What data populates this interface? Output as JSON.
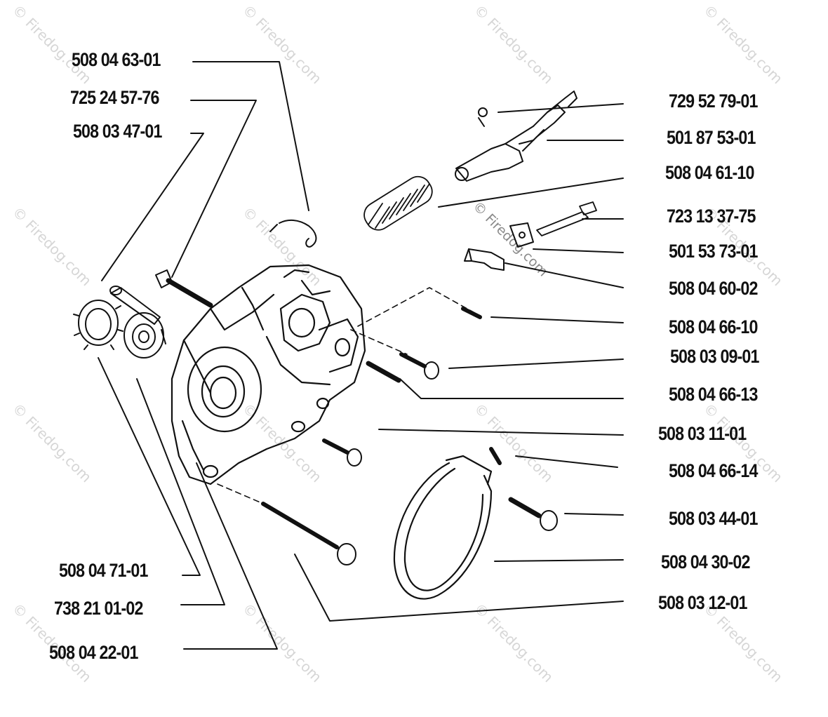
{
  "watermark": {
    "text": "© Firedog.com",
    "color": "#d6d6d6",
    "center_color": "#8a8a8a"
  },
  "labels": {
    "left": [
      "508 04 63-01",
      "725 24 57-76",
      "508 03 47-01"
    ],
    "bottom_left": [
      "508 04 71-01",
      "738 21 01-02",
      "508 04 22-01"
    ],
    "right": [
      "729 52 79-01",
      "501 87 53-01",
      "508 04 61-10",
      "723 13 37-75",
      "501 53 73-01",
      "508 04 60-02",
      "508 04 66-10",
      "508 03 09-01",
      "508 04 66-13",
      "508 03 11-01",
      "508 04 66-14",
      "508 03 44-01",
      "508 04 30-02",
      "508 03 12-01"
    ]
  },
  "colors": {
    "ink": "#111111",
    "background": "#ffffff"
  }
}
